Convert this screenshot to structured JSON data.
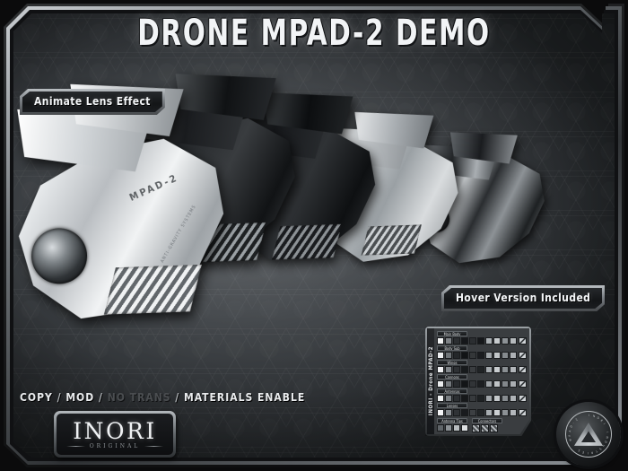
{
  "product": {
    "title": "DRONE MPAD-2 DEMO",
    "hull_code": "MPAD-2",
    "hull_subtext": "ANTI-GRAVITY SYSTEMS"
  },
  "badges": [
    {
      "id": "animate-lens-effect",
      "label": "Animate Lens Effect"
    },
    {
      "id": "hover-version-included",
      "label": "Hover Version Included"
    }
  ],
  "permissions": {
    "copy": "COPY",
    "mod": "MOD",
    "no_trans": "NO TRANS",
    "materials": "MATERIALS ENABLE",
    "separator": "/"
  },
  "brand": {
    "name": "INORI",
    "tagline": "ORIGINAL"
  },
  "hud": {
    "side_label": "INORI - Drone MPAD-2",
    "rows": [
      {
        "label": "Main Body",
        "swatches": [
          "#f2f3f4",
          "#7e8286",
          "#2b2e31",
          "#15171a",
          "#2b2e31",
          "#15171a",
          "#a9aeb2",
          "#c7cbce",
          "#8d9296",
          "#b6babd"
        ]
      },
      {
        "label": "Body Sub",
        "swatches": [
          "#eceef0",
          "#6f7478",
          "#24272a",
          "#121416",
          "#343739",
          "#1a1c1f",
          "#9ea3a7",
          "#c2c6c9",
          "#858a8e",
          "#adb1b5"
        ]
      },
      {
        "label": "Wings",
        "swatches": [
          "#f0f1f3",
          "#81868a",
          "#2e3134",
          "#171a1c",
          "#3a3d40",
          "#202325",
          "#a4a9ad",
          "#c9cdd0",
          "#8a8f93",
          "#b2b6ba"
        ]
      },
      {
        "label": "Cannons",
        "swatches": [
          "#e9ebed",
          "#74797d",
          "#282b2e",
          "#131517",
          "#313437",
          "#1c1e21",
          "#9ba0a4",
          "#bfc3c6",
          "#82878b",
          "#aaaeb2"
        ]
      },
      {
        "label": "Antennas",
        "swatches": [
          "#eef0f1",
          "#7a7f83",
          "#2c2f32",
          "#16181a",
          "#373a3d",
          "#1e2123",
          "#a1a6aa",
          "#c5c9cc",
          "#878c90",
          "#afb3b7"
        ]
      },
      {
        "label": "Lenses",
        "swatches": [
          "#f3f4f5",
          "#868b8f",
          "#303336",
          "#191b1e",
          "#3d4043",
          "#222527",
          "#a7acb0",
          "#ccd0d3",
          "#8c9195",
          "#b4b8bc"
        ]
      }
    ],
    "bottom": [
      {
        "label": "Antenna Tips",
        "swatches": [
          "#5f6468",
          "#8d9296",
          "#b8bcbf",
          "#dde0e2"
        ]
      },
      {
        "label": "Connectors",
        "swatches": [
          "#c0c4c7",
          "#4a4e51",
          "#989da1"
        ]
      }
    ]
  },
  "colors": {
    "plate_light": "#5a5e62",
    "plate_dark": "#1d2022",
    "frame_chrome": "#c9cdd1",
    "text_primary": "#f2f4f6",
    "text_disabled": "#4a4d50"
  }
}
